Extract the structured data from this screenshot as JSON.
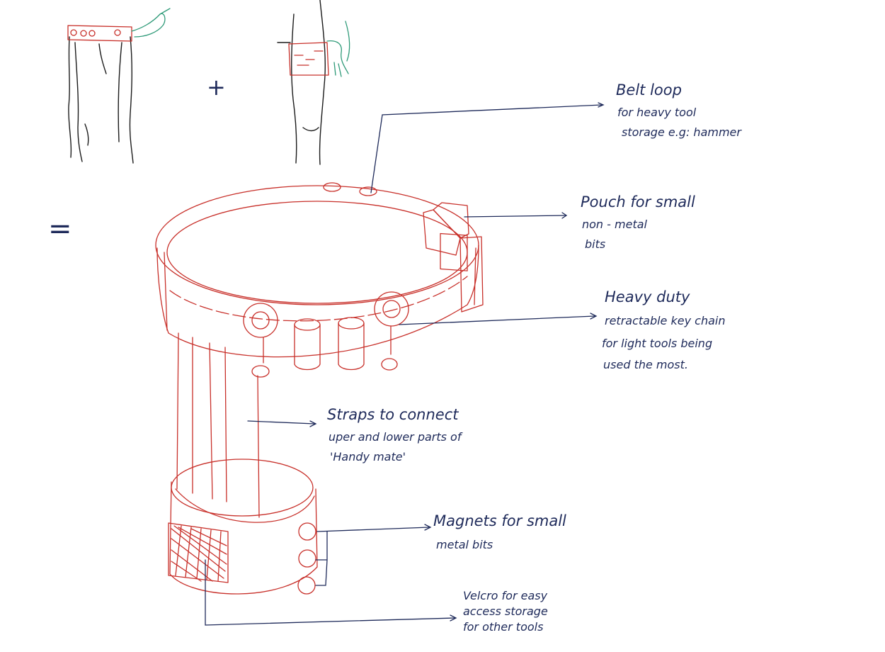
{
  "colors": {
    "belt": "#c8302a",
    "ink": "#1b1b1b",
    "hand": "#2e9a78",
    "lead": "#1e2a5a"
  },
  "operators": {
    "plus": "+",
    "equals": "="
  },
  "labels": {
    "belt_loop": [
      "Belt loop",
      "for heavy tool",
      "storage e.g: hammer"
    ],
    "pouch": [
      "Pouch for small",
      "non - metal",
      "bits"
    ],
    "key_chain": [
      "Heavy duty",
      "retractable key chain",
      "for light tools being",
      "used the most."
    ],
    "straps": [
      "Straps to connect",
      "uper and lower parts of",
      "'Handy mate'"
    ],
    "magnets": [
      "Magnets for small",
      "metal bits"
    ],
    "velcro": [
      "Velcro for easy",
      "access storage",
      "for other tools"
    ]
  }
}
